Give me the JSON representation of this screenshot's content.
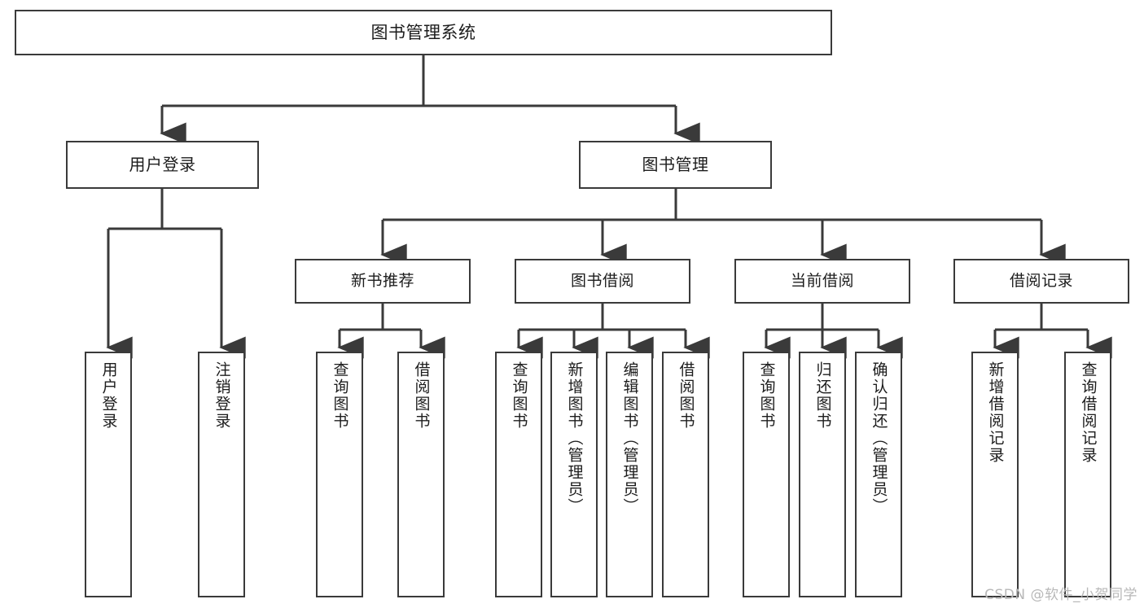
{
  "diagram": {
    "title": "图书管理系统",
    "type": "functional-decomposition-tree",
    "colors": {
      "background": "#ffffff",
      "node_border": "#3a3a3a",
      "node_fill": "#ffffff",
      "edge": "#3a3a3a",
      "text": "#1c1c1c",
      "watermark": "#b8b8b8"
    },
    "root": {
      "label": "图书管理系统"
    },
    "level1": [
      {
        "label": "用户登录"
      },
      {
        "label": "图书管理"
      }
    ],
    "level2": [
      {
        "label": "新书推荐"
      },
      {
        "label": "图书借阅"
      },
      {
        "label": "当前借阅"
      },
      {
        "label": "借阅记录"
      }
    ],
    "leaves": {
      "user_login": [
        {
          "label": "用户登录"
        },
        {
          "label": "注销登录"
        }
      ],
      "new_book_recommend": [
        {
          "label": "查询图书"
        },
        {
          "label": "借阅图书"
        }
      ],
      "book_borrow": [
        {
          "label": "查询图书"
        },
        {
          "label": "新增图书（管理员）"
        },
        {
          "label": "编辑图书（管理员）"
        },
        {
          "label": "借阅图书"
        }
      ],
      "current_borrow": [
        {
          "label": "查询图书"
        },
        {
          "label": "归还图书"
        },
        {
          "label": "确认归还（管理员）"
        }
      ],
      "borrow_record": [
        {
          "label": "新增借阅记录"
        },
        {
          "label": "查询借阅记录"
        }
      ]
    },
    "watermark": "CSDN @软件_小贺同学"
  }
}
